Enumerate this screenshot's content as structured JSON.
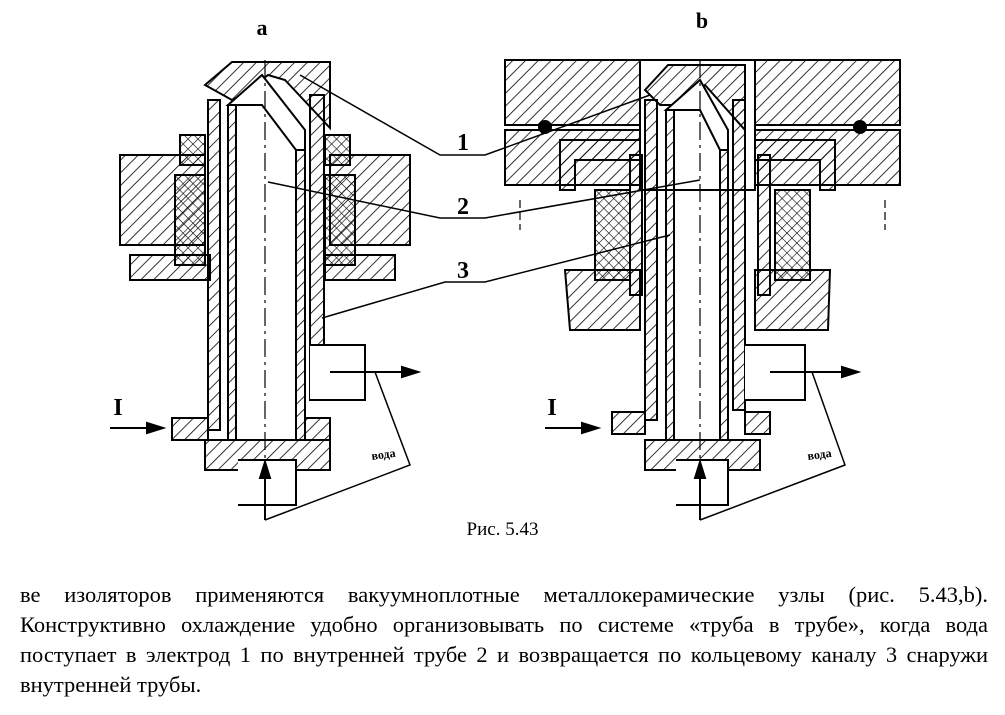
{
  "figure": {
    "panel_a_label": "a",
    "panel_b_label": "b",
    "callouts": [
      "1",
      "2",
      "3"
    ],
    "current_label": "I",
    "water_label": "вода",
    "caption": "Рис. 5.43"
  },
  "text": {
    "paragraph": "ве изоляторов применяются вакуумноплотные металлокерамические узлы (рис. 5.43,b). Конструктивно охлаждение удобно организовывать по системе «труба в трубе», когда вода поступает в электрод 1 по внутренней трубе 2 и возвращается по кольцевому каналу 3 снаружи внутренней трубы."
  }
}
